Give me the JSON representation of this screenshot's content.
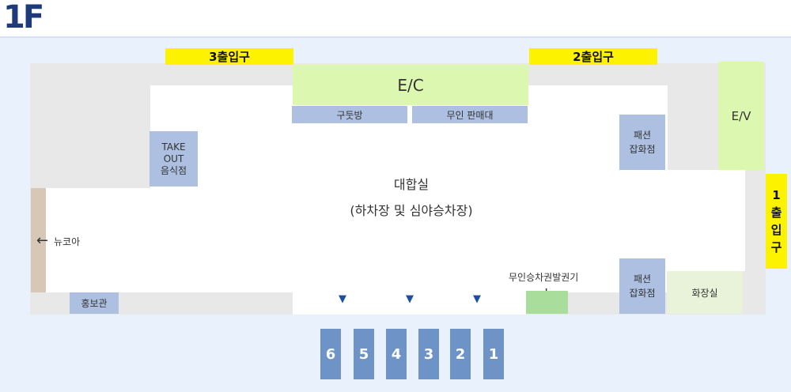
{
  "floor": "1F",
  "exits": {
    "exit3": "3출입구",
    "exit2": "2출입구",
    "exit1_chars": [
      "1",
      "출",
      "입",
      "구"
    ]
  },
  "ec": "E/C",
  "ev": "E/V",
  "shoe_repair": "구둣방",
  "unmanned_stand": "무인 판매대",
  "takeout": [
    "TAKE",
    "OUT",
    "음식점"
  ],
  "fashion_top": [
    "패션",
    "잡화점"
  ],
  "fashion_bottom": [
    "패션",
    "잡화점"
  ],
  "hall": {
    "title": "대합실",
    "subtitle": "(하차장 및 심야승차장)"
  },
  "newcore": "뉴코아",
  "pr_office": "홍보관",
  "ticket_machine": "무인승차권발권기",
  "restroom": "화장실",
  "gates": [
    "6",
    "5",
    "4",
    "3",
    "2",
    "1"
  ],
  "icons": {
    "left_arrow": "left-arrow-icon",
    "down_arrow": "down-arrow-icon",
    "gate_marker": "down-triangle-icon"
  },
  "colors": {
    "title": "#1f3a7a",
    "exit": "#fdf200",
    "shop": "#adc0e1",
    "elevator": "#dbf7b0",
    "gate": "#6e93c7",
    "restroom": "#e9f3d9",
    "newcore": "#d8c7b6"
  }
}
